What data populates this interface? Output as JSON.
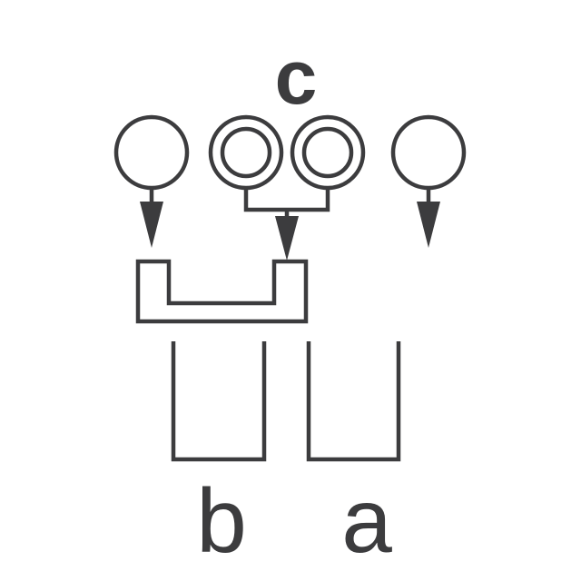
{
  "labels": {
    "c": "c",
    "b": "b",
    "a": "a"
  },
  "colors": {
    "stroke": "#3c3c3e",
    "background": "#ffffff"
  }
}
